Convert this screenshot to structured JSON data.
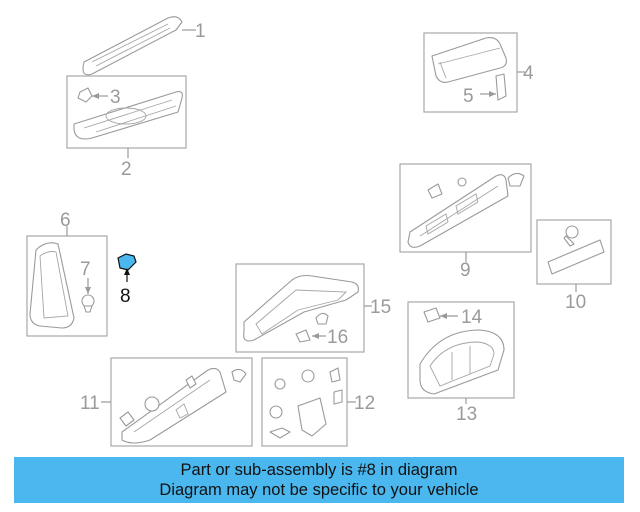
{
  "callouts": {
    "c1": "1",
    "c2": "2",
    "c3": "3",
    "c4": "4",
    "c5": "5",
    "c6": "6",
    "c7": "7",
    "c8": "8",
    "c9": "9",
    "c10": "10",
    "c11": "11",
    "c12": "12",
    "c13": "13",
    "c14": "14",
    "c15": "15",
    "c16": "16"
  },
  "highlight_part": "8",
  "colors": {
    "highlight_part": "#4ab7ef",
    "banner": "#4ab7ef",
    "lines": "#9a9a9a"
  },
  "caption": {
    "line1": "Part or sub-assembly is #8 in diagram",
    "line2": "Diagram may not be specific to your vehicle"
  }
}
